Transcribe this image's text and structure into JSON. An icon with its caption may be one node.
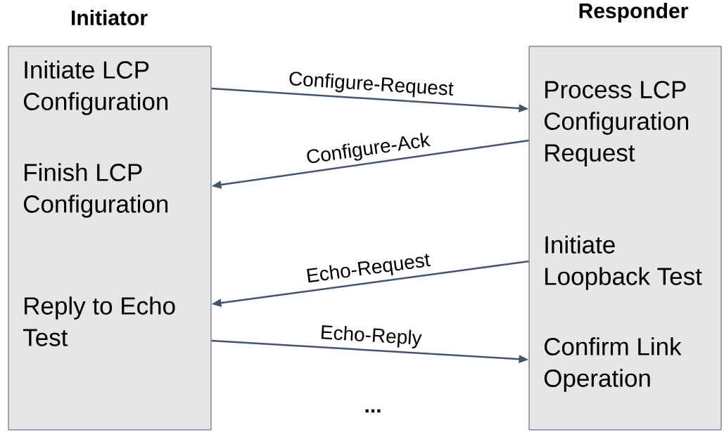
{
  "diagram": {
    "nodes": [
      {
        "text": [
          "Initiator",
          "Initiate LCP Configuration",
          "Finish LCP Configuration",
          "Reply to Echo Test"
        ]
      },
      {
        "text": [
          "Responder",
          "Process LCP Configuration Request",
          "Initiate Loopback Test",
          "Confirm Link Operation"
        ]
      }
    ],
    "edges": [
      {
        "from": 0,
        "to": 1,
        "arrow": "to",
        "label": "Configure-Request"
      },
      {
        "from": 1,
        "to": 0,
        "arrow": "to",
        "label": "Configure-Ack"
      },
      {
        "from": 1,
        "to": 0,
        "arrow": "to",
        "label": "Echo-Request"
      },
      {
        "from": 0,
        "to": 1,
        "arrow": "to",
        "label": "Echo-Reply"
      }
    ],
    "labels": [
      "..."
    ]
  }
}
